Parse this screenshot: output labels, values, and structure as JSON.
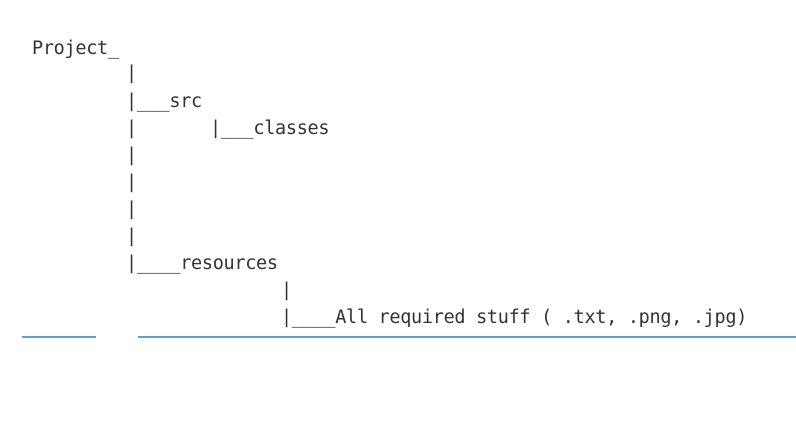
{
  "tree": {
    "root": "Project_",
    "branch_1": "|",
    "src": "|___src",
    "branch_2": "|",
    "classes": "|___classes",
    "branch_3": "|",
    "branch_4": "|",
    "branch_5": "|",
    "branch_6": "|",
    "resources": "|____resources",
    "branch_7": "|",
    "required_stuff": "|____All required stuff ( .txt, .png, .jpg)"
  },
  "colors": {
    "text": "#333333",
    "rule": "#5aa0d8",
    "background": "#ffffff"
  }
}
